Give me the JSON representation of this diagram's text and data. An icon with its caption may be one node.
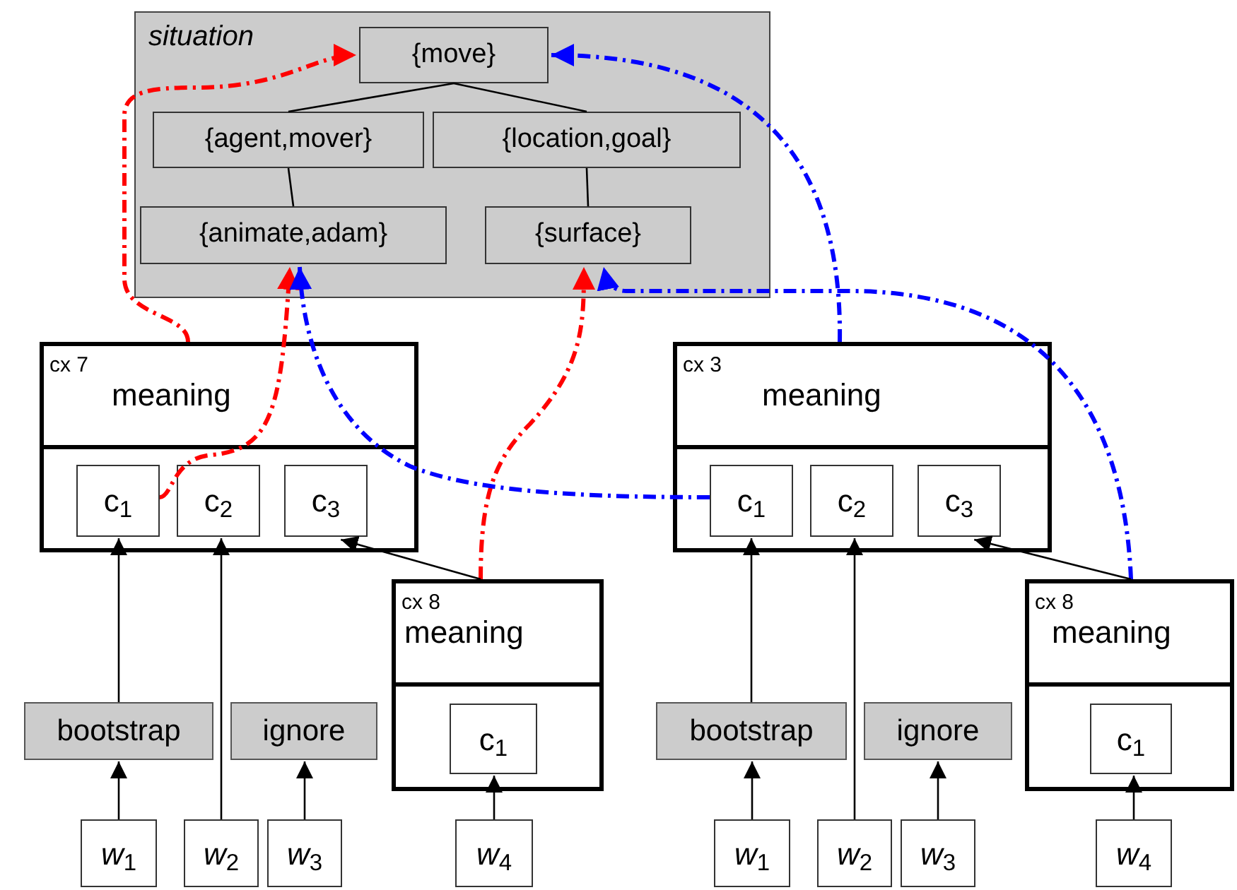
{
  "diagram": {
    "nodes": [
      {
        "text": [
          "situation"
        ]
      },
      {
        "text": [
          "{move}"
        ],
        "in": 0
      },
      {
        "text": [
          "{agent,mover}"
        ],
        "in": 0
      },
      {
        "text": [
          "{location,goal}"
        ],
        "in": 0
      },
      {
        "text": [
          "{animate,adam}"
        ],
        "in": 0
      },
      {
        "text": [
          "{surface}"
        ],
        "in": 0
      },
      {
        "text": [
          "cx 7",
          "meaning"
        ]
      },
      {
        "text": [
          "c$_{1}$"
        ],
        "in": 6
      },
      {
        "text": [
          "c$_{2}$"
        ],
        "in": 6
      },
      {
        "text": [
          "c$_{3}$"
        ],
        "in": 6
      },
      {
        "text": [
          "cx 8",
          "meaning"
        ]
      },
      {
        "text": [
          "c$_{1}$"
        ],
        "in": 10
      },
      {
        "text": [
          "bootstrap"
        ]
      },
      {
        "text": [
          "ignore"
        ]
      },
      {
        "text": [
          "*w*$_{1}$"
        ]
      },
      {
        "text": [
          "*w*$_{2}$"
        ]
      },
      {
        "text": [
          "*w*$_{3}$"
        ]
      },
      {
        "text": [
          "*w*$_{4}$"
        ]
      },
      {
        "text": [
          "cx 3",
          "meaning"
        ]
      },
      {
        "text": [
          "c$_{1}$"
        ],
        "in": 18
      },
      {
        "text": [
          "c$_{2}$"
        ],
        "in": 18
      },
      {
        "text": [
          "c$_{3}$"
        ],
        "in": 18
      },
      {
        "text": [
          "cx 8",
          "meaning"
        ]
      },
      {
        "text": [
          "c$_{1}$"
        ],
        "in": 22
      },
      {
        "text": [
          "bootstrap"
        ]
      },
      {
        "text": [
          "ignore"
        ]
      },
      {
        "text": [
          "*w*$_{1}$"
        ]
      },
      {
        "text": [
          "*w*$_{2}$"
        ]
      },
      {
        "text": [
          "*w*$_{3}$"
        ]
      },
      {
        "text": [
          "*w*$_{4}$"
        ]
      }
    ],
    "edges": [
      {
        "from": 1,
        "to": 2,
        "arrow": "none"
      },
      {
        "from": 1,
        "to": 3,
        "arrow": "none"
      },
      {
        "from": 2,
        "to": 4,
        "arrow": "none"
      },
      {
        "from": 3,
        "to": 5,
        "arrow": "none"
      },
      {
        "from": 6,
        "to": 1,
        "arrow": "to",
        "style": "dashed",
        "color": "#ff0000"
      },
      {
        "from": 7,
        "to": 4,
        "arrow": "to",
        "style": "dashed",
        "color": "#ff0000"
      },
      {
        "from": 10,
        "to": 5,
        "arrow": "to",
        "style": "dashed",
        "color": "#ff0000"
      },
      {
        "from": 18,
        "to": 1,
        "arrow": "to",
        "style": "dashed",
        "color": "#0000ff"
      },
      {
        "from": 19,
        "to": 4,
        "arrow": "to",
        "style": "dashed",
        "color": "#0000ff"
      },
      {
        "from": 22,
        "to": 5,
        "arrow": "to",
        "style": "dashed",
        "color": "#0000ff"
      },
      {
        "from": 12,
        "to": 7,
        "arrow": "to"
      },
      {
        "from": 14,
        "to": 12,
        "arrow": "to"
      },
      {
        "from": 15,
        "to": 8,
        "arrow": "to"
      },
      {
        "from": 16,
        "to": 13,
        "arrow": "to"
      },
      {
        "from": 17,
        "to": 11,
        "arrow": "to"
      },
      {
        "from": 10,
        "to": 9,
        "arrow": "to"
      },
      {
        "from": 24,
        "to": 19,
        "arrow": "to"
      },
      {
        "from": 26,
        "to": 24,
        "arrow": "to"
      },
      {
        "from": 27,
        "to": 20,
        "arrow": "to"
      },
      {
        "from": 28,
        "to": 25,
        "arrow": "to"
      },
      {
        "from": 29,
        "to": 23,
        "arrow": "to"
      },
      {
        "from": 22,
        "to": 21,
        "arrow": "to"
      }
    ]
  }
}
